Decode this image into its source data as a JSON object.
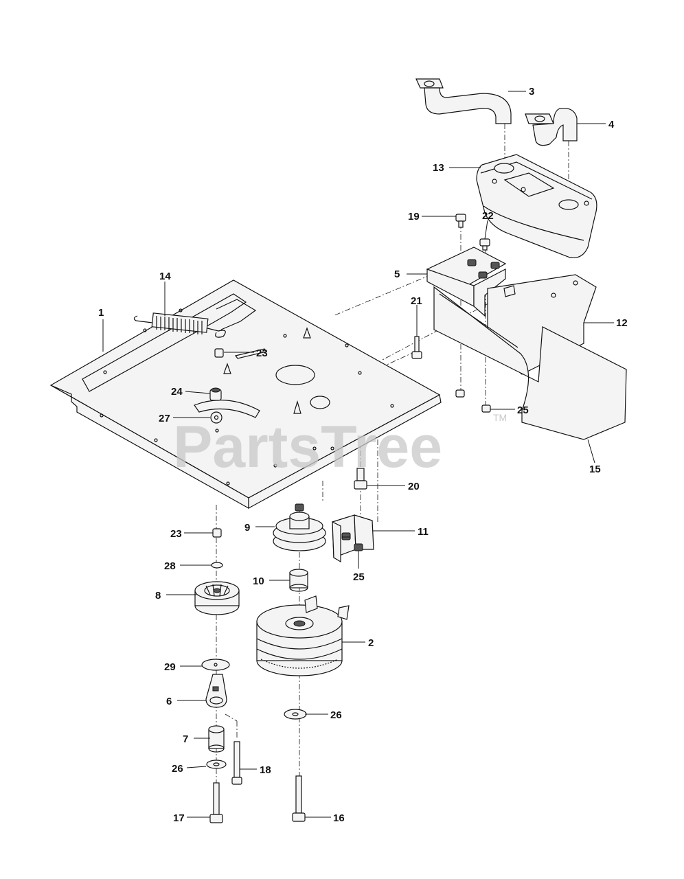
{
  "watermark": {
    "text": "PartsTree",
    "trademark": "TM"
  },
  "callouts": [
    "1",
    "2",
    "3",
    "4",
    "5",
    "6",
    "7",
    "8",
    "9",
    "10",
    "11",
    "12",
    "13",
    "14",
    "15",
    "16",
    "17",
    "18",
    "19",
    "20",
    "21",
    "22",
    "23",
    "23",
    "24",
    "25",
    "25",
    "25",
    "26",
    "26",
    "27",
    "28",
    "29"
  ]
}
